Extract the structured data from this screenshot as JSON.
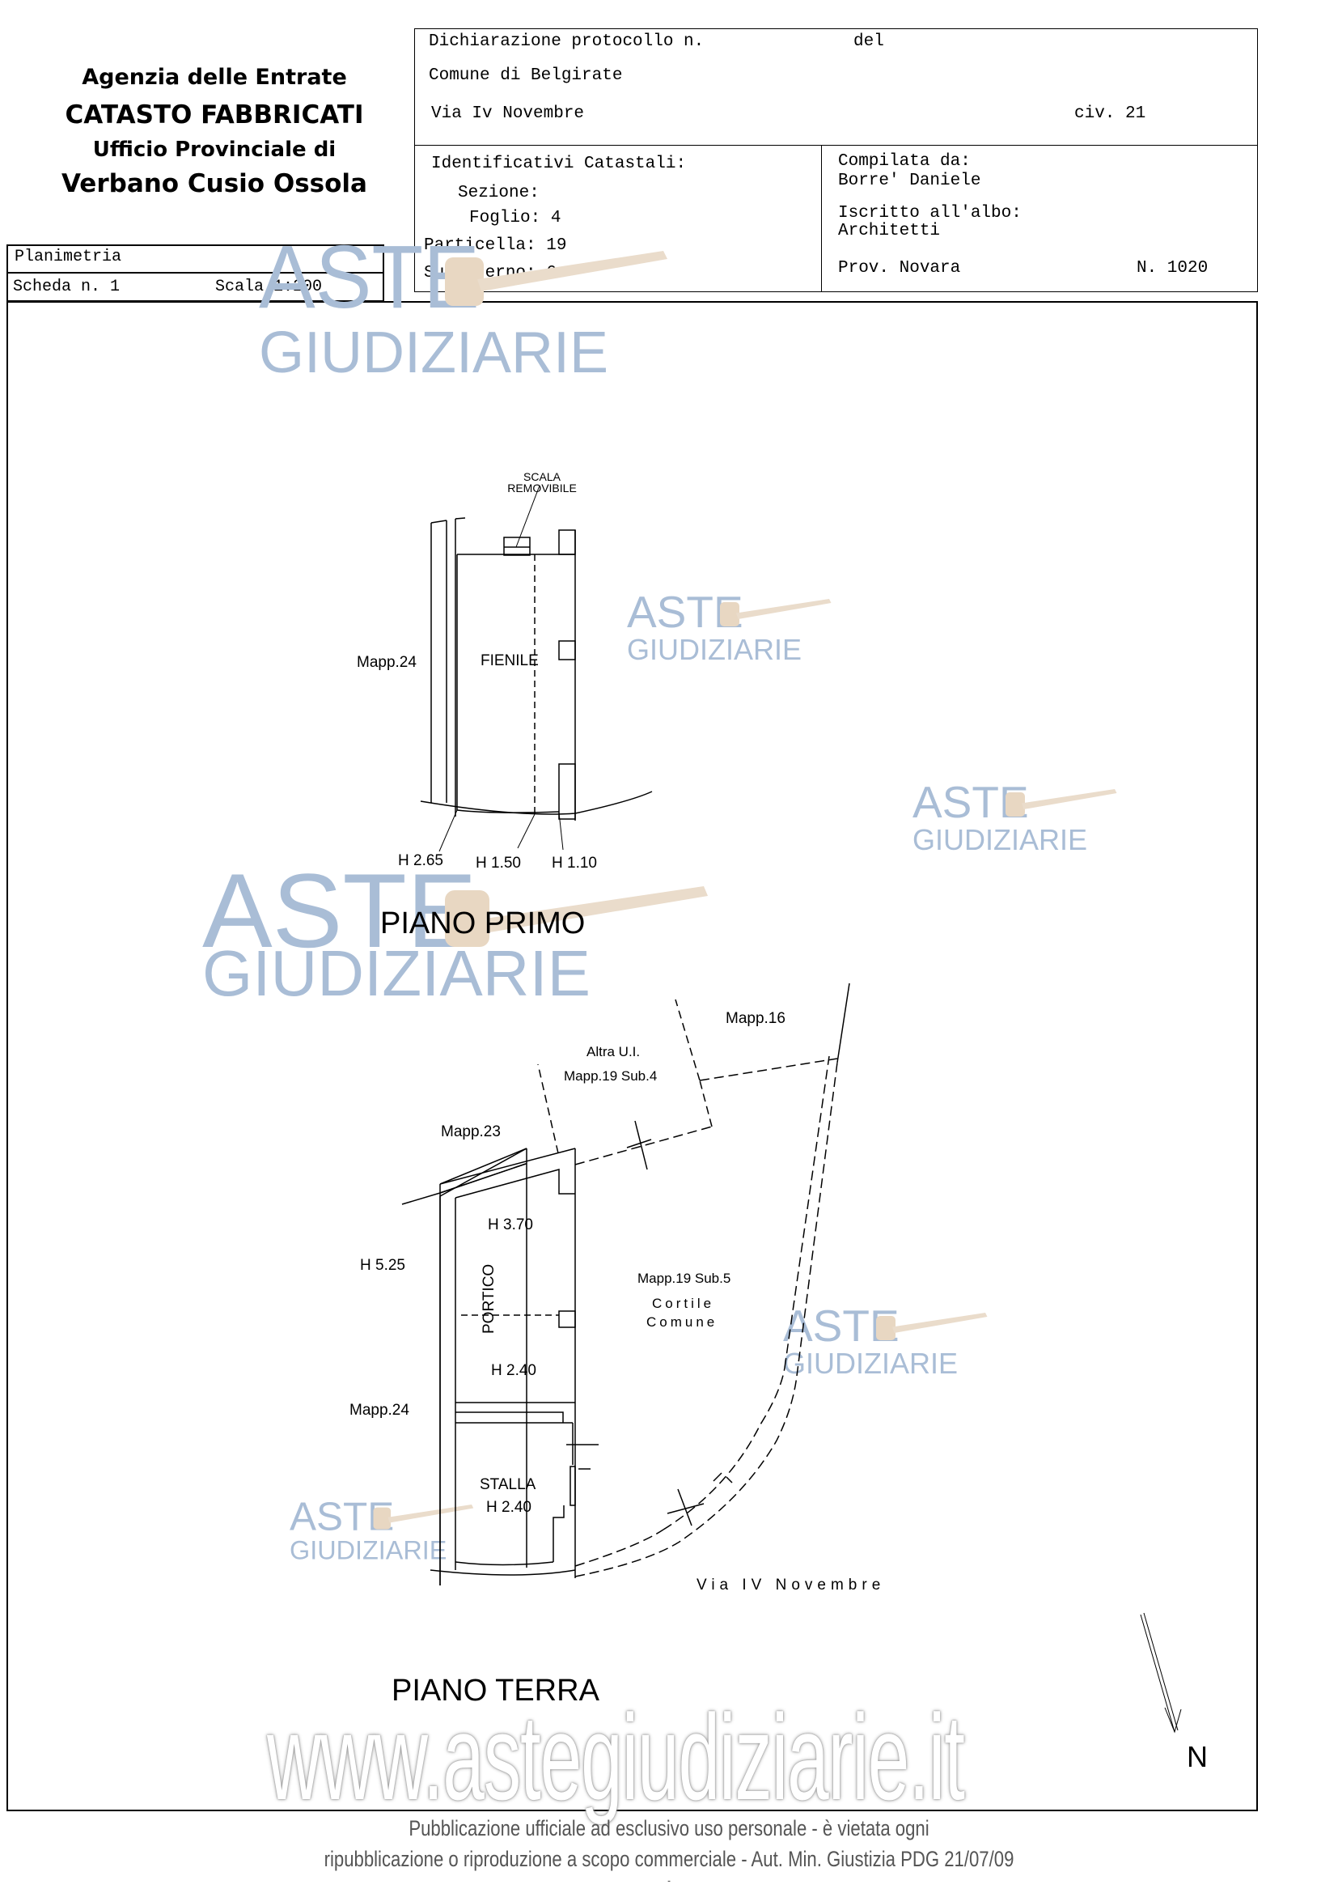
{
  "header": {
    "agency": "Agenzia delle Entrate",
    "catasto": "CATASTO FABBRICATI",
    "office": "Ufficio Provinciale di",
    "province": "Verbano Cusio Ossola"
  },
  "declaration": {
    "protocol_label": "Dichiarazione protocollo n.",
    "del_label": "del",
    "comune": "Comune di Belgirate",
    "address": "Via Iv Novembre",
    "civic": "civ. 21"
  },
  "identifiers": {
    "title": "Identificativi Catastali:",
    "sezione": "Sezione:",
    "foglio": "Foglio: 4",
    "particella": "Particella: 19",
    "subalterno": "Subalterno: 6"
  },
  "compiler": {
    "label": "Compilata da:",
    "name": "Borre' Daniele",
    "albo_label": "Iscritto all'albo:",
    "albo": "Architetti",
    "prov": "Prov. Novara",
    "number": "N. 1020"
  },
  "sheet": {
    "type": "Planimetria",
    "scheda": "Scheda n. 1",
    "scala": "Scala 1:200"
  },
  "piano_primo": {
    "title": "PIANO PRIMO",
    "room": "FIENILE",
    "neighbor_left": "Mapp.24",
    "stair_note_1": "SCALA",
    "stair_note_2": "REMOVIBILE",
    "heights": [
      "H 2.65",
      "H 1.50",
      "H 1.10"
    ]
  },
  "piano_terra": {
    "title": "PIANO TERRA",
    "mapp16": "Mapp.16",
    "altra_ui": "Altra U.I.",
    "mapp19_sub4": "Mapp.19 Sub.4",
    "mapp23": "Mapp.23",
    "mapp24": "Mapp.24",
    "mapp19_sub5": "Mapp.19 Sub.5",
    "cortile": "Cortile",
    "comune": "Comune",
    "portico": "PORTICO",
    "h370": "H 3.70",
    "h525": "H 5.25",
    "h240_portico": "H 2.40",
    "stalla": "STALLA",
    "h240_stalla": "H 2.40",
    "street": "Via IV Novembre"
  },
  "north_label": "N",
  "watermark": {
    "logo_top": "ASTE",
    "logo_bottom": "GIUDIZIARIE",
    "url": "www.astegiudiziarie.it",
    "blue": "#a9bdd6",
    "gavel": "#e8d7c2"
  },
  "footer": {
    "line1": "Pubblicazione ufficiale ad esclusivo uso personale - è vietata ogni",
    "line2": "ripubblicazione o riproduzione a scopo commerciale - Aut. Min. Giustizia PDG 21/07/09",
    "line3": "-"
  }
}
